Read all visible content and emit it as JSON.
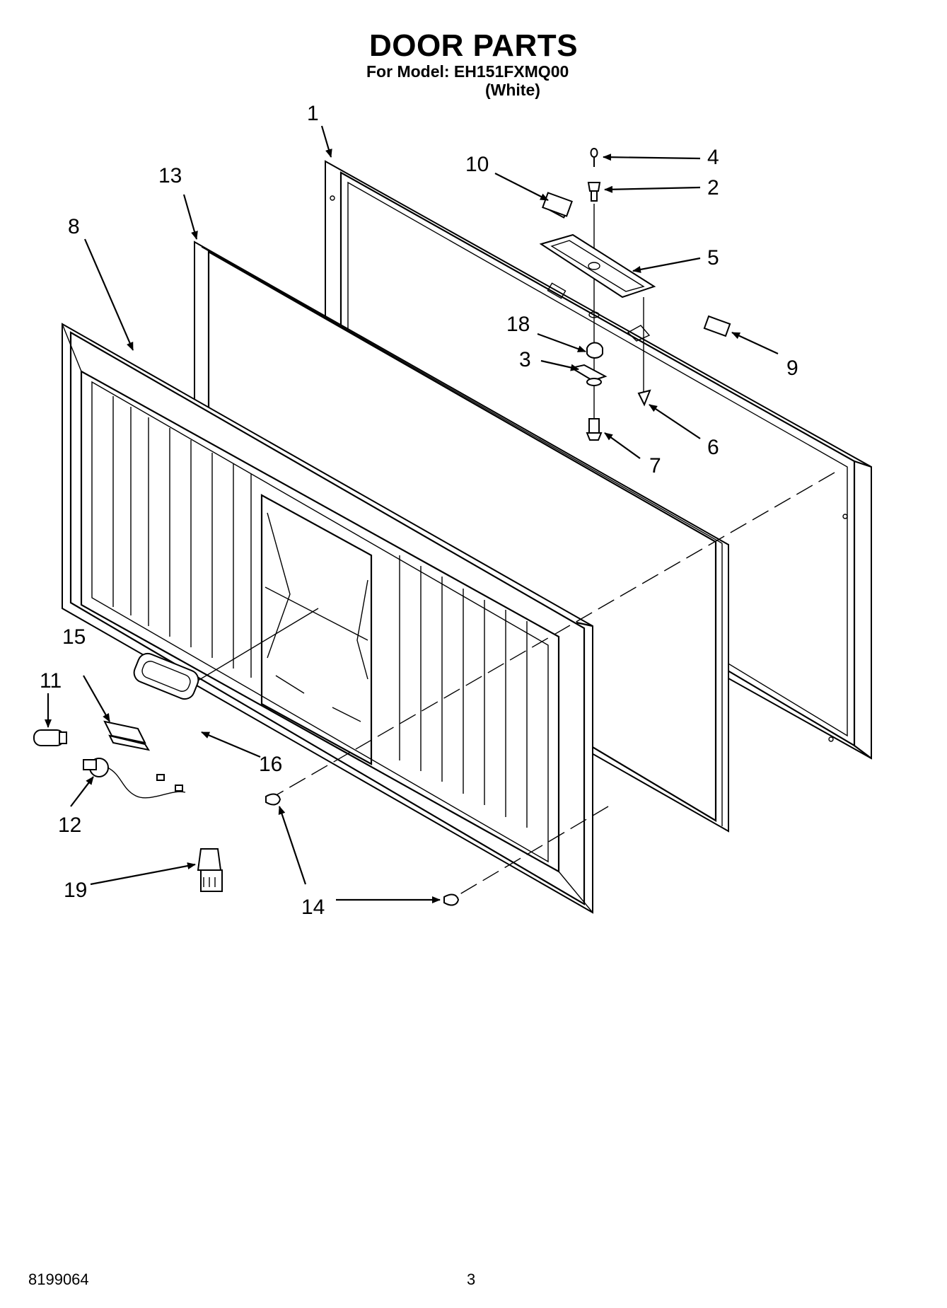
{
  "header": {
    "title": "DOOR PARTS",
    "model_line": "For Model: EH151FXMQ00",
    "color_line": "(White)"
  },
  "footer": {
    "doc_number": "8199064",
    "page_number": "3"
  },
  "callouts": [
    {
      "id": "1",
      "text": "1"
    },
    {
      "id": "2",
      "text": "2"
    },
    {
      "id": "3",
      "text": "3"
    },
    {
      "id": "4",
      "text": "4"
    },
    {
      "id": "5",
      "text": "5"
    },
    {
      "id": "6",
      "text": "6"
    },
    {
      "id": "7",
      "text": "7"
    },
    {
      "id": "8",
      "text": "8"
    },
    {
      "id": "9",
      "text": "9"
    },
    {
      "id": "10",
      "text": "10"
    },
    {
      "id": "11",
      "text": "11"
    },
    {
      "id": "12",
      "text": "12"
    },
    {
      "id": "13",
      "text": "13"
    },
    {
      "id": "14",
      "text": "14"
    },
    {
      "id": "15",
      "text": "15"
    },
    {
      "id": "16",
      "text": "16"
    },
    {
      "id": "18",
      "text": "18"
    },
    {
      "id": "19",
      "text": "19"
    }
  ]
}
